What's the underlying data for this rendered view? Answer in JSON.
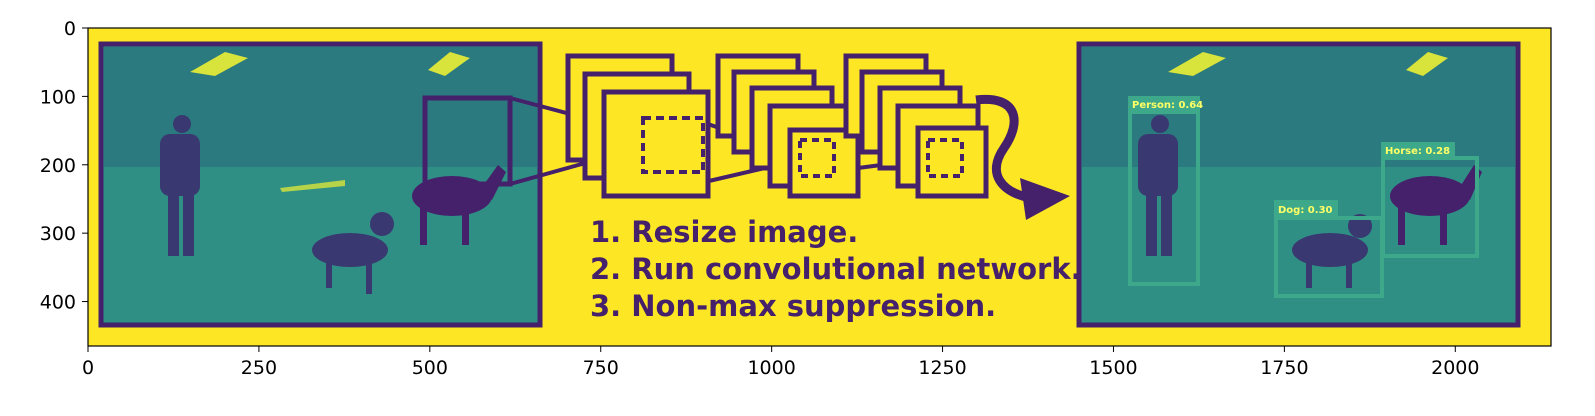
{
  "image": {
    "subject": "YOLO-style object detection pipeline illustration",
    "colormap": "viridis",
    "colors": {
      "background": "#fde725",
      "frame": "#45206b",
      "grass": "#2f8f84",
      "grass_dark": "#25667a",
      "sky_patch": "#d8e33c",
      "detection_box": "#3da88a",
      "detection_label": "#ffff66"
    },
    "axes": {
      "x_ticks": [
        "0",
        "250",
        "500",
        "750",
        "1000",
        "1250",
        "1500",
        "1750",
        "2000"
      ],
      "y_ticks": [
        "0",
        "100",
        "200",
        "300",
        "400"
      ]
    }
  },
  "pipeline": {
    "steps": [
      "1. Resize image.",
      "2. Run convolutional network.",
      "3. Non-max suppression."
    ]
  },
  "detections": [
    {
      "label": "Person: 0.64"
    },
    {
      "label": "Horse: 0.28"
    },
    {
      "label": "Dog: 0.30"
    }
  ]
}
